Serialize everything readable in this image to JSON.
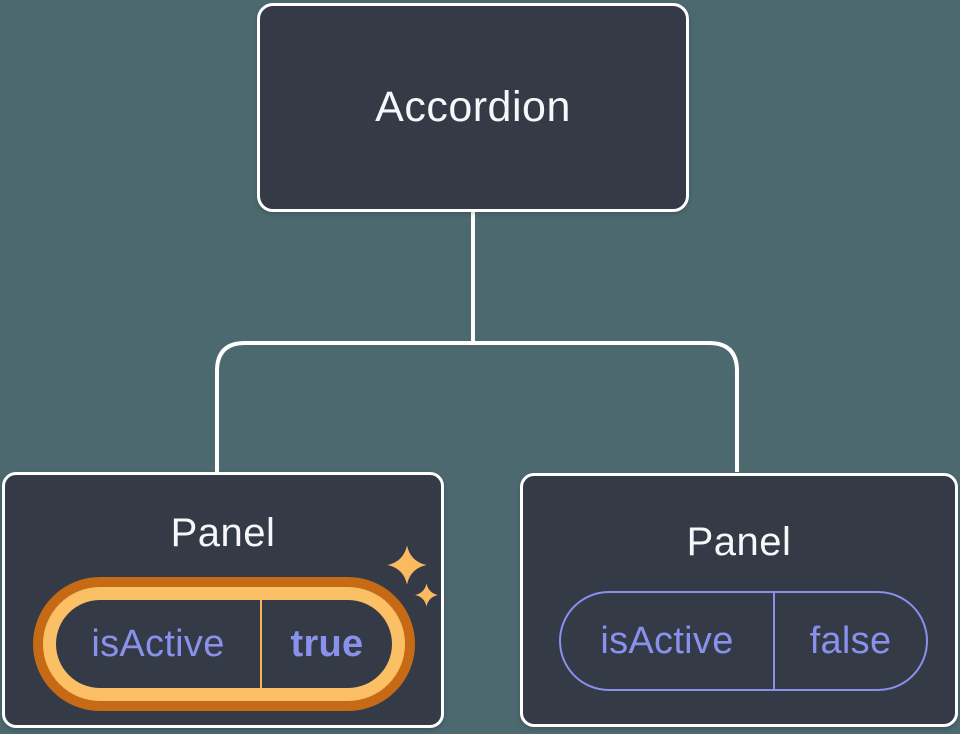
{
  "diagram": {
    "description": "Component tree: Accordion parent passing isActive state to two Panel children",
    "root_node": {
      "label": "Accordion"
    },
    "panels": [
      {
        "label": "Panel",
        "prop_name": "isActive",
        "prop_value": "true",
        "state": "active",
        "highlighted": true
      },
      {
        "label": "Panel",
        "prop_name": "isActive",
        "prop_value": "false",
        "state": "inactive",
        "highlighted": false
      }
    ]
  },
  "colors": {
    "background": "#4C6970",
    "card_fill": "#343A46",
    "card_border": "#FFFFFF",
    "connector_line": "#FFFFFF",
    "title_text": "#F6F7F9",
    "prop_text_purple": "#8891EC",
    "highlight_ring_outer_orange": "#C76A15",
    "highlight_ring_inner_orange": "#FBBF66",
    "highlight_divider_orange": "#F5B455",
    "sparkle_orange": "#F9BA60"
  },
  "icons": {
    "sparkle_large": "four-point-sparkle",
    "sparkle_small": "four-point-sparkle"
  }
}
